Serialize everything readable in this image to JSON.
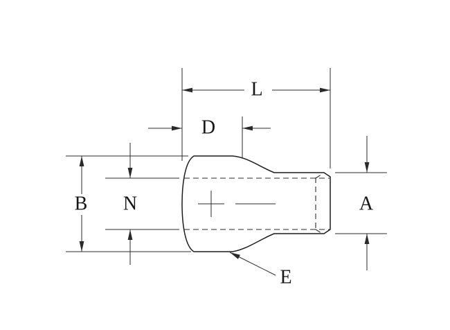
{
  "diagram": {
    "background_color": "#ffffff",
    "line_color": "#2a2a2a",
    "labels": {
      "L": "L",
      "D": "D",
      "B": "B",
      "N": "N",
      "A": "A",
      "E": "E"
    }
  }
}
